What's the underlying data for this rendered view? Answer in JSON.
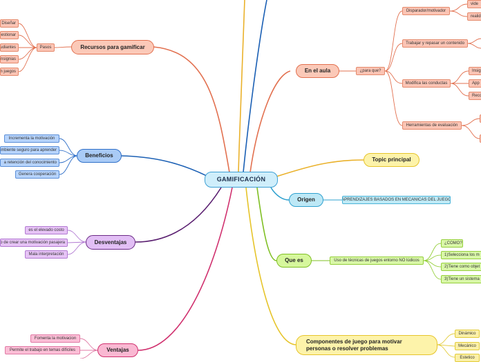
{
  "center": {
    "label": "GAMIFICACIÓN"
  },
  "recursos": {
    "label": "Recursos para gamificar",
    "pasos": "Pasos",
    "items": [
      "Diseñar",
      "Gestionar",
      "Estudiantes",
      "Insignias",
      "n juegos"
    ]
  },
  "beneficios": {
    "label": "Beneficios",
    "items": [
      "Incrementa la motivación",
      "ambiente seguro para aprender",
      "a retención del conocimiento",
      "Genera cooperación"
    ]
  },
  "desventajas": {
    "label": "Desventajas",
    "items": [
      "es el elevado costo",
      "o de crear una motivación pasajera",
      "Mala interpretación"
    ]
  },
  "ventajas": {
    "label": "Ventajas",
    "items": [
      "Fomenta la motivacion",
      "Permite el trabajo en temas difíciles"
    ]
  },
  "aula": {
    "label": "En el aula",
    "para_que": "¿para que?",
    "branches": [
      "Disparador/motivador",
      "Trabajar y repasar un contenido",
      "Modifica las conductas",
      "Herramientas de evaluación"
    ],
    "leaves_disparador": [
      "vide",
      "realid"
    ],
    "leaves_conductas": [
      "Insig",
      "App",
      "Reco"
    ]
  },
  "topic": {
    "label": "Topic principal"
  },
  "origen": {
    "label": "Origen",
    "detail": "APRENDIZAJES BASADOS EN MECANICAS DEL JUEGO"
  },
  "quees": {
    "label": "Que es",
    "detail": "Uso de técnicas de juegos entorno NO lúdicos",
    "items": [
      "¿COMO?",
      "1)Selecciona los m",
      "2)Tiene como objet",
      "3)Tiene un sistema"
    ]
  },
  "componentes": {
    "label": "Componentes de juego para motivar personas o resolver problemas",
    "items": [
      "Dinámico",
      "Mecánico",
      "Estetico"
    ]
  },
  "colors": {
    "orange": "#e2704f",
    "blue": "#2f6fc8",
    "purple": "#6a2a85",
    "pink": "#d0306e",
    "yellow": "#e6c42a",
    "teal": "#2da0cf",
    "green": "#7fbf23"
  }
}
